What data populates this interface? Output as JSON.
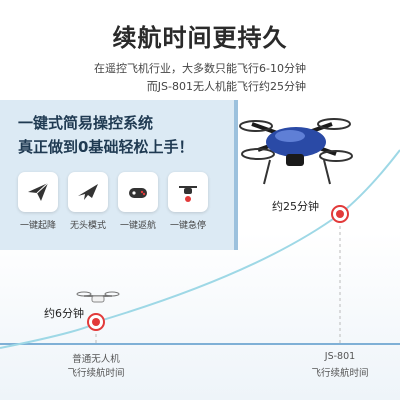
{
  "header": {
    "title": "续航时间更持久",
    "line1": "在遥控飞机行业，大多数只能飞行6-10分钟",
    "line2": "而JS-801无人机能飞行约25分钟"
  },
  "feature_panel": {
    "headline1": "一键式简易操控系统",
    "headline2": "真正做到0基础轻松上手！",
    "features": [
      {
        "label": "一键起降",
        "icon": "paper-plane-icon"
      },
      {
        "label": "无头模式",
        "icon": "jet-plane-icon"
      },
      {
        "label": "一键返航",
        "icon": "gamepad-icon"
      },
      {
        "label": "一键急停",
        "icon": "drone-icon"
      }
    ]
  },
  "chart_data": {
    "type": "line",
    "x": [
      "普通无人机\n飞行续航时间",
      "JS-801\n飞行续航时间"
    ],
    "markers": [
      {
        "label": "约6分钟",
        "axis_label_line1": "普通无人机",
        "axis_label_line2": "飞行续航时间"
      },
      {
        "label": "约25分钟",
        "axis_label_line1": "JS-801",
        "axis_label_line2": "飞行续航时间"
      }
    ],
    "accent": "#e23a3a"
  }
}
